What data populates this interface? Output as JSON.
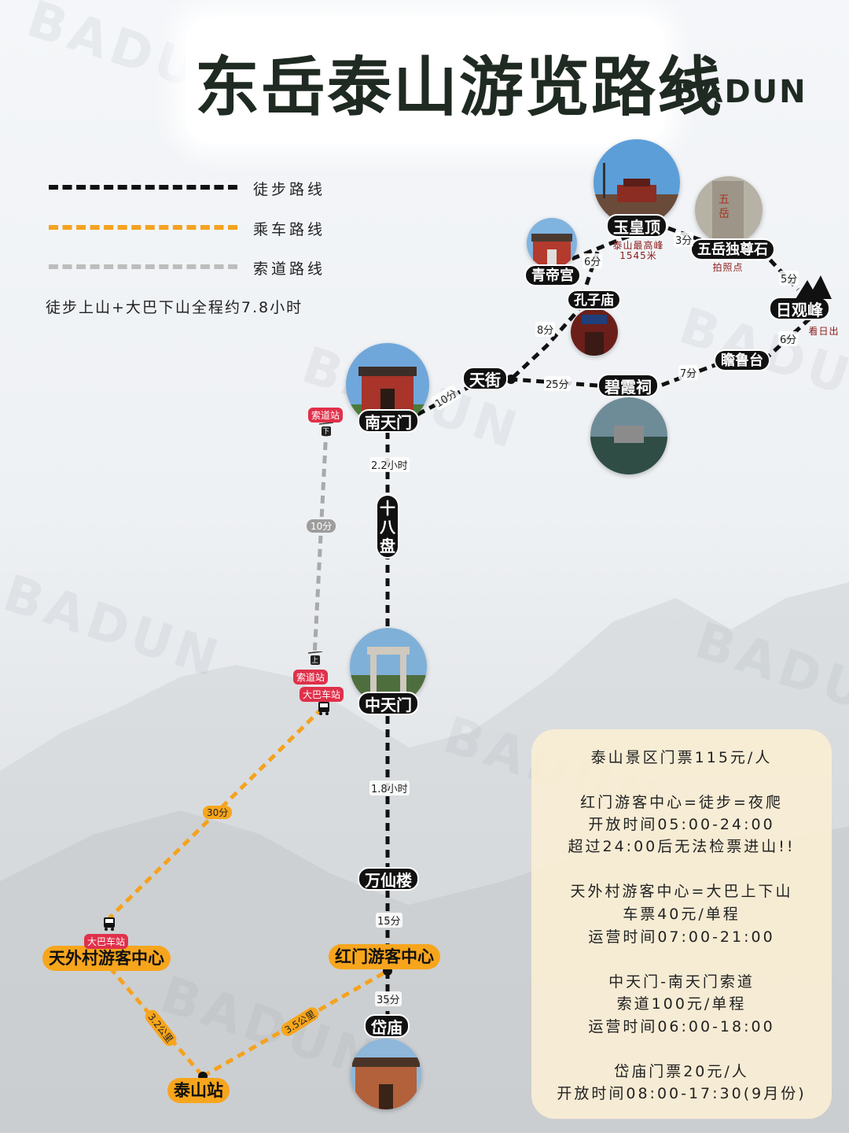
{
  "header": {
    "title": "东岳泰山游览路线",
    "brand": "BADUN",
    "watermark": "BADUN"
  },
  "legend": [
    {
      "label": "徒步路线",
      "color": "#111111"
    },
    {
      "label": "乘车路线",
      "color": "#f5a21f"
    },
    {
      "label": "索道路线",
      "color": "#b9b9b9"
    }
  ],
  "summary": "徒步上山+大巴下山全程约7.8小时",
  "places": {
    "yuhuangding": {
      "name": "玉皇顶",
      "note1": "泰山最高峰",
      "note2": "1545米"
    },
    "wuyue": {
      "name": "五岳独尊石",
      "note": "拍照点"
    },
    "qingdi": {
      "name": "青帝宫"
    },
    "kongzi": {
      "name": "孔子庙"
    },
    "riguan": {
      "name": "日观峰",
      "note": "看日出"
    },
    "zhanlu": {
      "name": "瞻鲁台"
    },
    "bixia": {
      "name": "碧霞祠"
    },
    "tianjie": {
      "name": "天街"
    },
    "nantianmen": {
      "name": "南天门"
    },
    "shibapan": {
      "name": "十八盘"
    },
    "zhongtianmen": {
      "name": "中天门"
    },
    "wanxianlou": {
      "name": "万仙楼"
    },
    "hongmen": {
      "name": "红门游客中心"
    },
    "daimiao": {
      "name": "岱庙"
    },
    "tianwaicun": {
      "name": "天外村游客中心"
    },
    "taishanzhan": {
      "name": "泰山站"
    }
  },
  "segments": {
    "yuhuang_wuyue": "3分",
    "wuyue_riguan": "5分",
    "riguan_zhanlu": "6分",
    "zhanlu_bixia": "7分",
    "bixia_tianjie": "25分",
    "qingdi_kongzi": "6分",
    "kongzi_tianjie": "8分",
    "nantian_tianjie": "10分",
    "nantian_zhongtian": "2.2小时",
    "zhongtian_wanxian": "1.8小时",
    "wanxian_hongmen": "15分",
    "hongmen_daimiao": "35分",
    "cableway": "10分",
    "bus": "30分",
    "tianwai_taishan": "3.2公里",
    "taishan_hongmen": "3.5公里"
  },
  "tags": {
    "cable_top": "索道站",
    "cable_top_mark": "下",
    "cable_bottom": "索道站",
    "cable_bottom_mark": "上",
    "bus_top": "大巴车站",
    "bus_bottom": "大巴车站"
  },
  "info": [
    "泰山景区门票115元/人",
    "红门游客中心=徒步=夜爬",
    "开放时间05:00-24:00",
    "超过24:00后无法检票进山!!",
    "天外村游客中心=大巴上下山",
    "车票40元/单程",
    "运营时间07:00-21:00",
    "中天门-南天门索道",
    "索道100元/单程",
    "运营时间06:00-18:00",
    "岱庙门票20元/人",
    "开放时间08:00-17:30(9月份)"
  ],
  "colors": {
    "hike": "#111111",
    "bus": "#f5a21f",
    "cable": "#a9a9a9",
    "label_bg": "#111111",
    "orange_label_bg": "#f7a51c",
    "tag_red": "#e0304a",
    "info_bg": "#faeed4"
  }
}
